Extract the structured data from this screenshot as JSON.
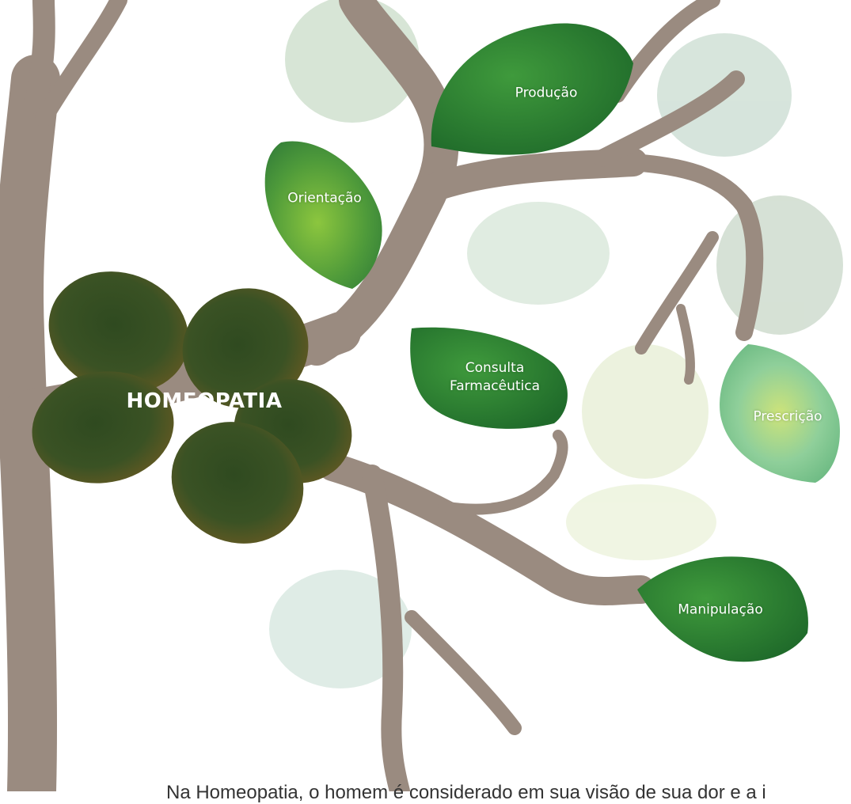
{
  "diagram": {
    "central_label": "HOMEOPATIA",
    "leaves": [
      {
        "id": "producao",
        "label": "Produção"
      },
      {
        "id": "orientacao",
        "label": "Orientação"
      },
      {
        "id": "consulta",
        "label": "Consulta\nFarmacêutica"
      },
      {
        "id": "prescricao",
        "label": "Prescrição"
      },
      {
        "id": "manipulacao",
        "label": "Manipulação"
      }
    ]
  },
  "footer": {
    "partial_text": "Na Homeopatia, o homem é considerado em sua visão de sua dor e a i"
  },
  "colors": {
    "trunk": "#9a8b80",
    "trunk_dark": "#7f7067",
    "leaf_green": "#2f7d32",
    "leaf_dark": "#3d4a22",
    "leaf_faded": "#c9d9c9",
    "leaf_pale": "#e8f0d8"
  }
}
